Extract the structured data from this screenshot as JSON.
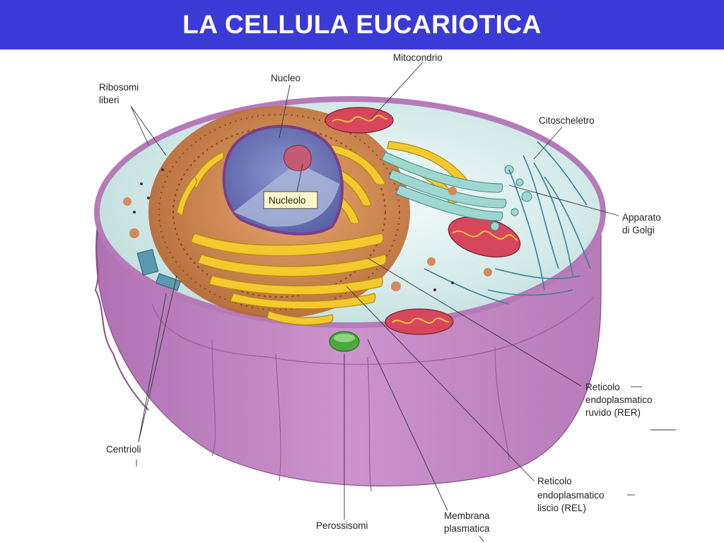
{
  "title": "LA CELLULA EUCARIOTICA",
  "labels": {
    "ribosomi_liberi": [
      "Ribosomi",
      "liberi"
    ],
    "nucleo": "Nucleo",
    "mitocondrio": "Mitocondrio",
    "citoscheletro": "Citoscheletro",
    "apparato_golgi": [
      "Apparato",
      "di Golgi"
    ],
    "nucleolo": "Nucleolo",
    "rer": [
      "Reticolo",
      "endoplasmatico",
      "ruvido (RER)"
    ],
    "centrioli": "Centrioli",
    "rel": [
      "Reticolo",
      "endoplasmatico",
      "liscio (REL)"
    ],
    "perossisomi": "Perossisomi",
    "membrana": [
      "Membrana",
      "plasmatica"
    ]
  },
  "colors": {
    "title_bar": "#3a3ad6",
    "membrane": "#c386c6",
    "cytoplasm": "#d6ecec",
    "nucleus": "#6a74b8",
    "er": "#f3c92e",
    "rough_er": "#c27a44",
    "mitochondria": "#d8465e",
    "golgi": "#7fc9c5"
  }
}
